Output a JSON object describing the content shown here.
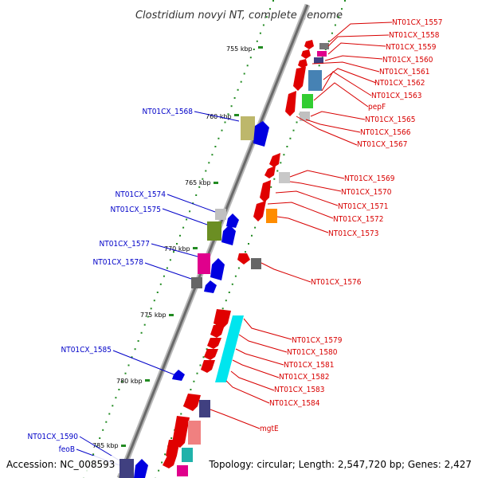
{
  "title": "Clostridium novyi NT, complete genome",
  "footer": {
    "accession": "Accession: NC_008593",
    "summary": "Topology: circular; Length: 2,547,720 bp; Genes: 2,427"
  },
  "scale_labels": [
    "755 kbp",
    "760 kbp",
    "765 kbp",
    "770 kbp",
    "775 kbp",
    "780 kbp",
    "785 kbp"
  ],
  "right_labels": [
    "NT01CX_1557",
    "NT01CX_1558",
    "NT01CX_1559",
    "NT01CX_1560",
    "NT01CX_1561",
    "NT01CX_1562",
    "NT01CX_1563",
    "pepF",
    "NT01CX_1565",
    "NT01CX_1566",
    "NT01CX_1567",
    "NT01CX_1569",
    "NT01CX_1570",
    "NT01CX_1571",
    "NT01CX_1572",
    "NT01CX_1573",
    "NT01CX_1576",
    "NT01CX_1579",
    "NT01CX_1580",
    "NT01CX_1581",
    "NT01CX_1582",
    "NT01CX_1583",
    "NT01CX_1584",
    "mgtE"
  ],
  "left_labels": [
    "NT01CX_1568",
    "NT01CX_1574",
    "NT01CX_1575",
    "NT01CX_1577",
    "NT01CX_1578",
    "NT01CX_1585",
    "NT01CX_1590",
    "feoB"
  ],
  "colors": {
    "reverse_strand": "#dd0000",
    "forward_strand": "#0000dd",
    "backbone": "#888888",
    "tick": "#228b22"
  }
}
